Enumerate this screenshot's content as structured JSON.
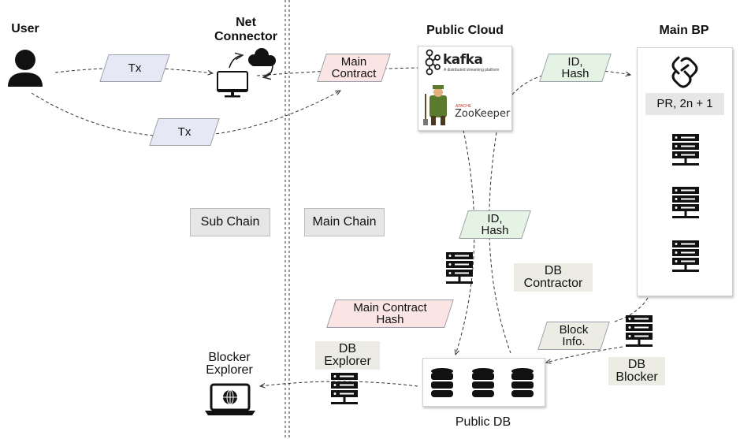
{
  "nodes": {
    "user": "User",
    "net_connector": "Net\nConnector",
    "public_cloud": "Public Cloud",
    "main_bp": "Main BP",
    "pr_quorum": "PR, 2n + 1",
    "sub_chain": "Sub Chain",
    "main_chain": "Main Chain",
    "db_contractor": "DB\nContractor",
    "db_blocker": "DB\nBlocker",
    "db_explorer": "DB\nExplorer",
    "blocker_explorer": "Blocker\nExplorer",
    "public_db": "Public DB"
  },
  "messages": {
    "tx_top": "Tx",
    "tx_bottom": "Tx",
    "main_contract": "Main\nContract",
    "id_hash_top": "ID,\nHash",
    "id_hash_mid": "ID,\nHash",
    "main_contract_hash": "Main Contract\nHash",
    "block_info": "Block\nInfo."
  },
  "logos": {
    "kafka_name": "kafka",
    "kafka_tagline": "A distributed streaming platform",
    "zookeeper_apache": "APACHE",
    "zookeeper_name": "ZooKeeper"
  },
  "colors": {
    "tx_fill": "#e6e9f5",
    "contract_fill": "#fbe4e4",
    "hash_fill": "#e5f3e4",
    "info_fill": "#ecece4",
    "label_fill": "#e6e6e6"
  }
}
